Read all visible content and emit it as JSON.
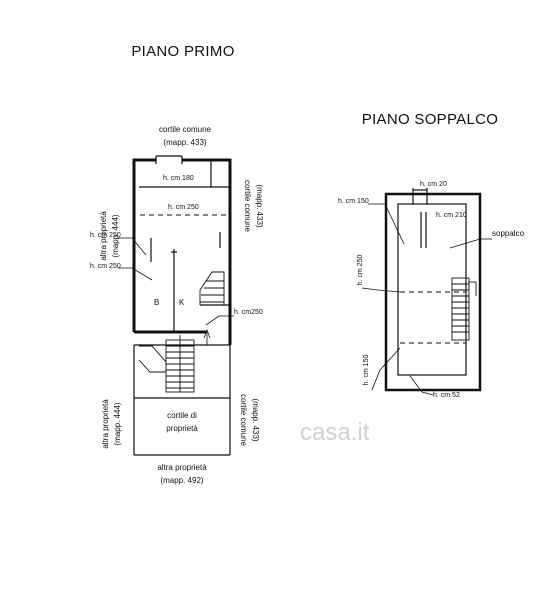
{
  "piano_primo": {
    "title": "PIANO PRIMO",
    "top_neighbor_line1": "cortile comune",
    "top_neighbor_line2": "(mapp. 433)",
    "left_upper_line1": "altra proprietà",
    "left_upper_line2": "(mapp. 444)",
    "right_upper_line1": "cortile comune",
    "right_upper_line2": "(mapp. 433)",
    "h_180": "h. cm 180",
    "h_250_inside": "h. cm 250",
    "h_250_left_a": "h. cm 250",
    "h_250_left_b": "h. cm 250",
    "room_b": "B",
    "room_k": "K",
    "h_250_right": "h. cm250",
    "left_lower_line1": "altra proprietà",
    "left_lower_line2": "(mapp. 444)",
    "courtyard_line1": "cortile di",
    "courtyard_line2": "proprietà",
    "right_lower_line1": "cortile comune",
    "right_lower_line2": "(mapp. 433)",
    "bottom_neighbor_line1": "altra proprietà",
    "bottom_neighbor_line2": "(mapp. 492)"
  },
  "piano_soppalco": {
    "title": "PIANO SOPPALCO",
    "h_20": "h. cm 20",
    "h_150_top": "h. cm 150",
    "h_210": "h. cm 210",
    "soppalco": "soppalco",
    "h_250_vertical": "h. cm 250",
    "h_150_vertical": "h. cm 150",
    "h_52": "h. cm 52"
  },
  "watermark": "casa.it"
}
